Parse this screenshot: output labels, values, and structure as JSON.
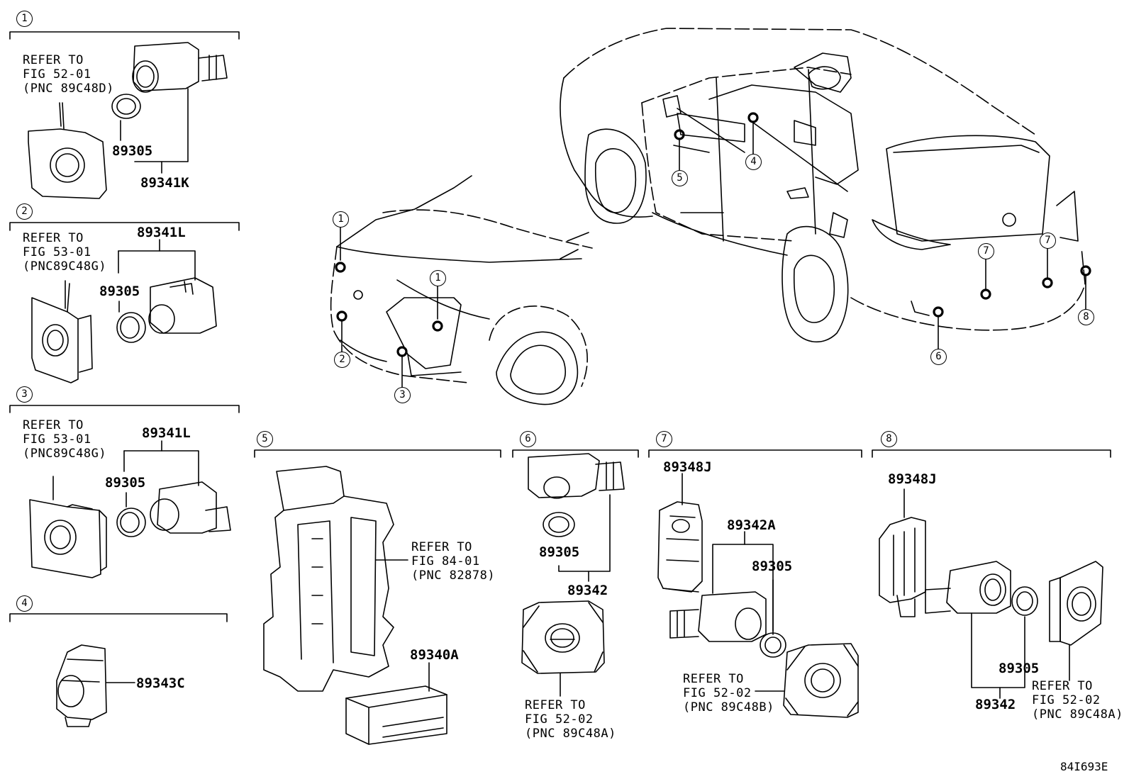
{
  "sections": [
    {
      "num": "1",
      "refer": "REFER TO\nFIG 52-01\n(PNC 89C48D)",
      "parts": [
        "89305",
        "89341K"
      ]
    },
    {
      "num": "2",
      "refer": "REFER TO\nFIG 53-01\n(PNC89C48G)",
      "parts": [
        "89341L",
        "89305"
      ]
    },
    {
      "num": "3",
      "refer": "REFER TO\nFIG 53-01\n(PNC89C48G)",
      "parts": [
        "89341L",
        "89305"
      ]
    },
    {
      "num": "4",
      "parts": [
        "89343C"
      ]
    },
    {
      "num": "5",
      "refer": "REFER TO\nFIG 84-01\n(PNC 82878)",
      "parts": [
        "89340A"
      ]
    },
    {
      "num": "6",
      "refer": "REFER TO\nFIG 52-02\n(PNC 89C48A)",
      "parts": [
        "89305",
        "89342"
      ]
    },
    {
      "num": "7",
      "refer": "REFER TO\nFIG 52-02\n(PNC 89C48B)",
      "parts": [
        "89348J",
        "89342A",
        "89305"
      ]
    },
    {
      "num": "8",
      "refer": "REFER TO\nFIG 52-02\n(PNC 89C48A)",
      "parts": [
        "89348J",
        "89305",
        "89342"
      ]
    }
  ],
  "callouts": {
    "front": [
      "1",
      "1",
      "2",
      "3"
    ],
    "side": [
      "4",
      "5"
    ],
    "rear": [
      "7",
      "7",
      "6",
      "8"
    ]
  },
  "drawing_code": "84I693E"
}
